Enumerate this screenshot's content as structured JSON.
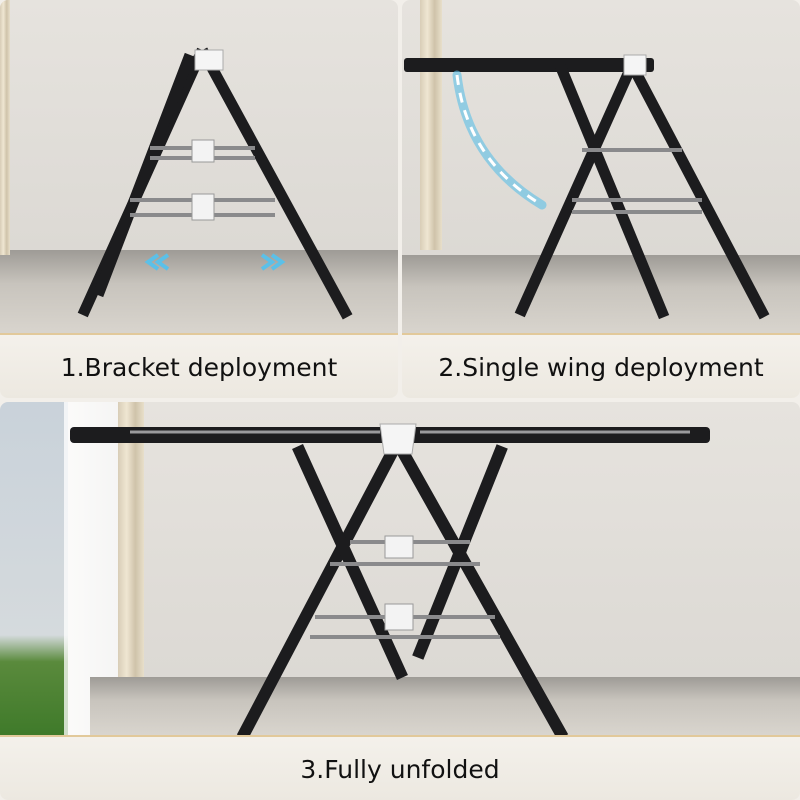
{
  "panels": [
    {
      "id": 1,
      "caption": "1.Bracket deployment",
      "indicator": "double-chevron-arrows-outward",
      "accent_color": "#5bc0e8"
    },
    {
      "id": 2,
      "caption": "2.Single wing deployment",
      "indicator": "dashed-curved-arrow",
      "accent_color": "#5bc0e8"
    },
    {
      "id": 3,
      "caption": "3.Fully unfolded"
    }
  ],
  "arrows": {
    "left": "«",
    "right": "»"
  },
  "colors": {
    "frame": "#1c1c1e",
    "rail": "#8a8a8c",
    "caption_bg": "#efebe4",
    "caption_border": "#e2c99a",
    "accent": "#5bc0e8"
  }
}
